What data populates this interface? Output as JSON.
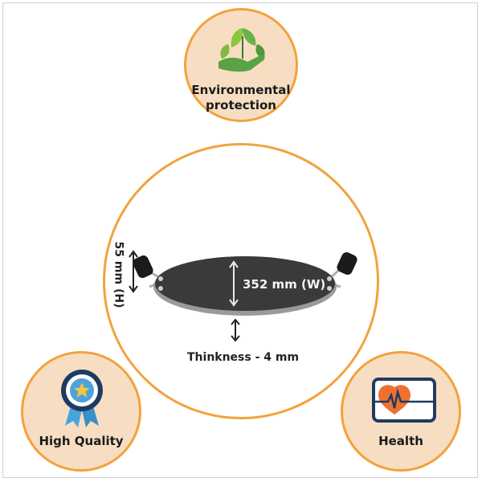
{
  "features": {
    "env": {
      "label_line1": "Environmental",
      "label_line2": "protection",
      "icon": "leaf-hand-icon"
    },
    "quality": {
      "label": "High Quality",
      "icon": "award-ribbon-icon"
    },
    "health": {
      "label": "Health",
      "icon": "heart-pulse-icon"
    }
  },
  "product": {
    "width_label": "352 mm (W)",
    "height_label": "55 mm (H)",
    "thickness_label": "Thinkness - 4 mm"
  },
  "colors": {
    "accent": "#f2a23c",
    "badge_fill": "#f7dec2",
    "tawa": "#3a3a3a",
    "leaf_green": "#6ab04c",
    "heart_orange": "#f07030",
    "monitor_blue": "#1f3b63",
    "ribbon_blue": "#4aa3df"
  }
}
